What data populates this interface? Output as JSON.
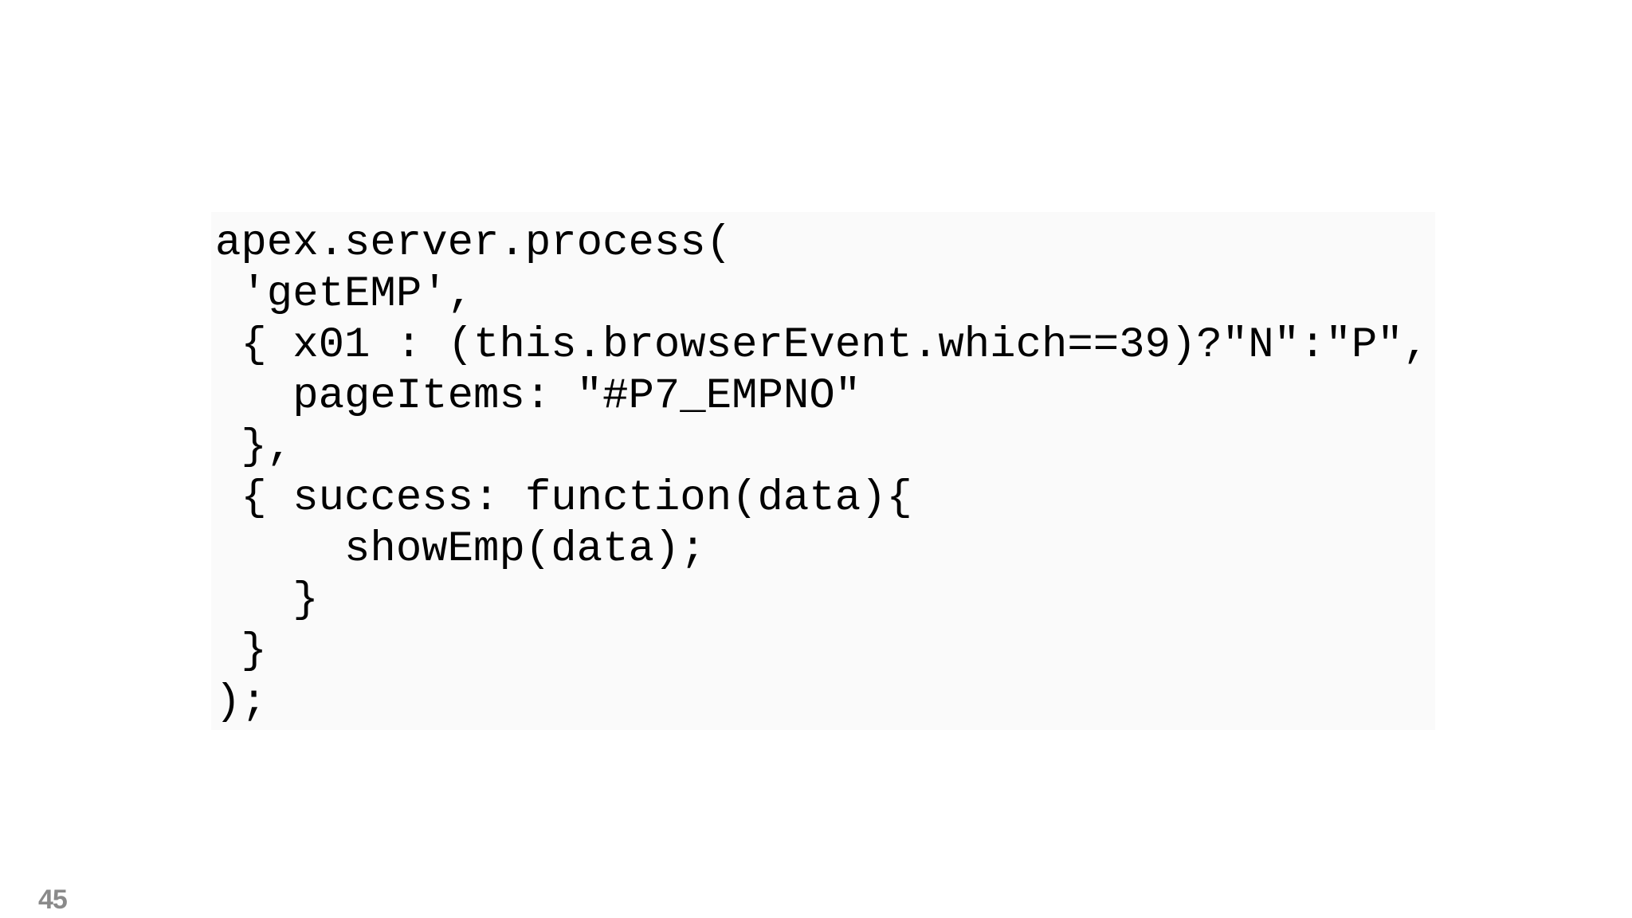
{
  "slide": {
    "page_number": "45",
    "background_color": "#ffffff"
  },
  "code_block": {
    "background_color": "#fafafa",
    "text_color": "#000000",
    "language": "javascript",
    "lines": [
      "apex.server.process(",
      " 'getEMP',",
      " { x01 : (this.browserEvent.which==39)?\"N\":\"P\",",
      "   pageItems: \"#P7_EMPNO\"",
      " },",
      " { success: function(data){",
      "     showEmp(data);",
      "   }",
      " }",
      ");"
    ]
  }
}
